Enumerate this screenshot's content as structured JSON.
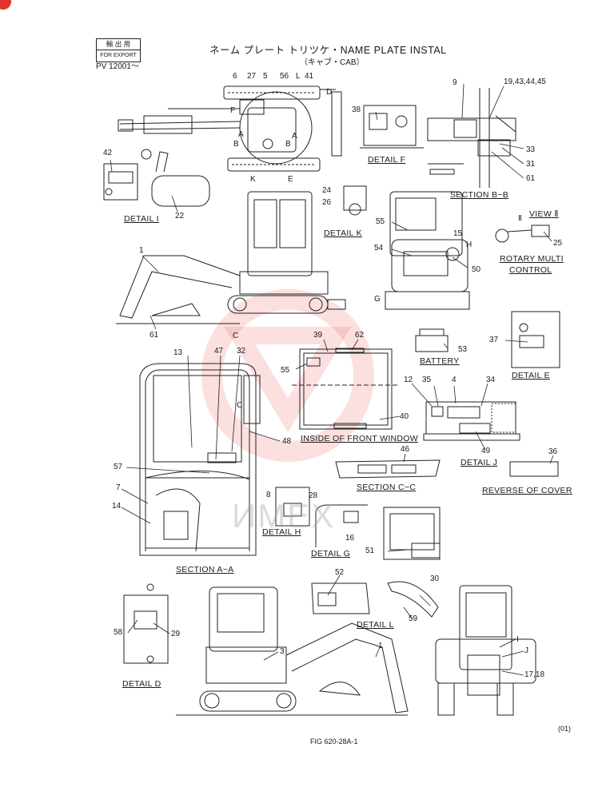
{
  "header": {
    "title": "ネーム プレート トリツケ・NAME PLATE INSTAL",
    "subtitle": "（キャブ・CAB）",
    "stamp_top": "輸 出 用",
    "stamp_bottom": "FOR EXPORT",
    "serial": "PV 12001〜"
  },
  "captions": {
    "detail_i": "DETAIL I",
    "detail_f": "DETAIL F",
    "section_bb": "SECTION B−B",
    "detail_k": "DETAIL K",
    "view_ii": "VIEW Ⅱ",
    "rotary": "ROTARY MULTI",
    "control": "CONTROL",
    "battery": "BATTERY",
    "detail_e": "DETAIL E",
    "inside_front_window": "INSIDE OF FRONT WINDOW",
    "detail_j": "DETAIL J",
    "reverse_cover": "REVERSE OF COVER",
    "section_cc": "SECTION C−C",
    "detail_h": "DETAIL H",
    "detail_g": "DETAIL G",
    "section_aa": "SECTION A−A",
    "detail_l": "DETAIL L",
    "detail_d": "DETAIL D"
  },
  "callouts": {
    "c6": "6",
    "c27": "27",
    "c5": "5",
    "c56": "56",
    "cL": "L",
    "c41": "41",
    "cD": "D",
    "cF": "F",
    "cA1": "A",
    "cB1": "B",
    "cA2": "A",
    "cB2": "B",
    "cK": "K",
    "cE": "E",
    "c38": "38",
    "c9": "9",
    "c19": "19,43,44,45",
    "c33": "33",
    "c31": "31",
    "c61a": "61",
    "c42": "42",
    "c22": "22",
    "c24": "24",
    "c26": "26",
    "c55a": "55",
    "c15": "15",
    "cH": "H",
    "c54": "54",
    "c50": "50",
    "cG": "G",
    "cII": "Ⅱ",
    "c25": "25",
    "c1a": "1",
    "c61b": "61",
    "cC1": "C",
    "c39": "39",
    "c62": "62",
    "c55b": "55",
    "c53": "53",
    "c37": "37",
    "c13": "13",
    "c47": "47",
    "c32": "32",
    "cC2": "C",
    "c12": "12",
    "c35": "35",
    "c4": "4",
    "c34": "34",
    "c40": "40",
    "c48": "48",
    "c49": "49",
    "c46": "46",
    "c36": "36",
    "c57": "57",
    "c7": "7",
    "c14": "14",
    "c8": "8",
    "c28": "28",
    "c16": "16",
    "c51": "51",
    "c52": "52",
    "c30": "30",
    "c59": "59",
    "c58": "58",
    "c29": "29",
    "c3": "3",
    "c1b": "1",
    "cI": "I",
    "cJ": "J",
    "c17": "17,18"
  },
  "footer": {
    "fig": "FIG 620-28A-1",
    "rev": "(01)"
  },
  "watermark": {
    "text": "ИМЕХ",
    "color": "#e83a3a"
  }
}
